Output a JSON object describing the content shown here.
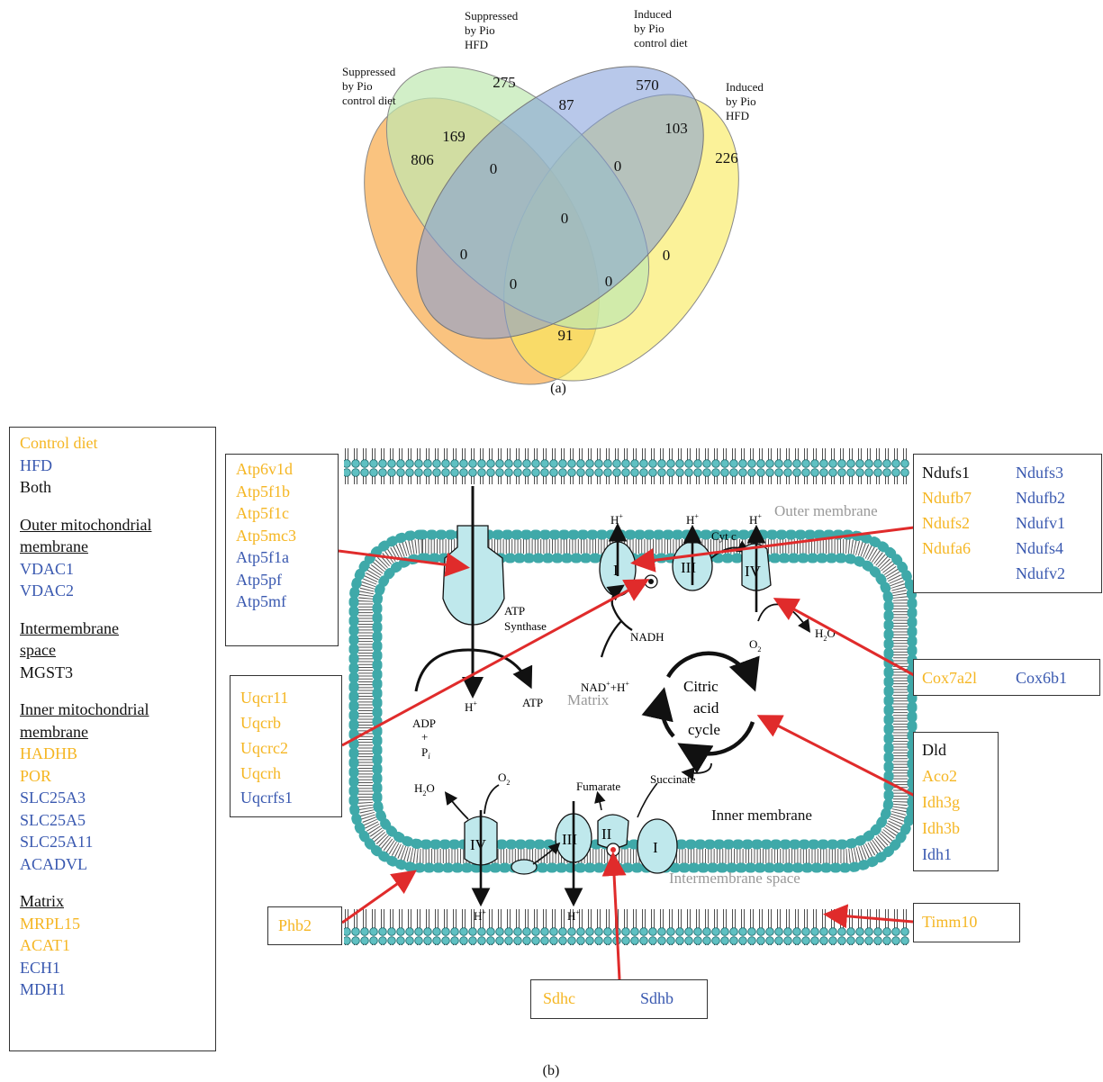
{
  "venn": {
    "labels": {
      "suppressed_control": [
        "Suppressed",
        "by Pio",
        "control diet"
      ],
      "suppressed_hfd": [
        "Suppressed",
        "by Pio",
        "HFD"
      ],
      "induced_control": [
        "Induced",
        "by Pio",
        "control diet"
      ],
      "induced_hfd": [
        "Induced",
        "by Pio",
        "HFD"
      ]
    },
    "counts": {
      "suppressed_control_only": "806",
      "suppressed_hfd_only": "275",
      "induced_control_only": "570",
      "induced_hfd_only": "226",
      "suppressed_control_and_suppressed_hfd": "169",
      "suppressed_hfd_and_induced_control": "87",
      "induced_control_and_induced_hfd": "103",
      "suppressed_control_and_induced_hfd": "91",
      "three_way_a": "0",
      "three_way_b": "0",
      "center": "0",
      "sc_ic": "0",
      "sh_ih": "0",
      "lower_a": "0",
      "lower_b": "0"
    },
    "caption": "(a)"
  },
  "legend": {
    "keys": [
      {
        "text": "Control diet",
        "group": "control"
      },
      {
        "text": "HFD",
        "group": "hfd"
      },
      {
        "text": "Both",
        "group": "both"
      }
    ],
    "sections": [
      {
        "title": [
          "Outer mitochondrial",
          "membrane"
        ],
        "genes": [
          {
            "name": "VDAC1",
            "group": "hfd"
          },
          {
            "name": "VDAC2",
            "group": "hfd"
          }
        ]
      },
      {
        "title": [
          "Intermembrane",
          "space"
        ],
        "genes": [
          {
            "name": "MGST3",
            "group": "both"
          }
        ]
      },
      {
        "title": [
          "Inner mitochondrial",
          "membrane"
        ],
        "genes": [
          {
            "name": "HADHB",
            "group": "control"
          },
          {
            "name": "POR",
            "group": "control"
          },
          {
            "name": "SLC25A3",
            "group": "hfd"
          },
          {
            "name": "SLC25A5",
            "group": "hfd"
          },
          {
            "name": "SLC25A11",
            "group": "hfd"
          },
          {
            "name": "ACADVL",
            "group": "hfd"
          }
        ]
      },
      {
        "title": [
          "Matrix"
        ],
        "genes": [
          {
            "name": "MRPL15",
            "group": "control"
          },
          {
            "name": "ACAT1",
            "group": "control"
          },
          {
            "name": "ECH1",
            "group": "hfd"
          },
          {
            "name": "MDH1",
            "group": "hfd"
          }
        ]
      }
    ]
  },
  "boxes": {
    "atp": [
      {
        "name": "Atp6v1d",
        "group": "control"
      },
      {
        "name": "Atp5f1b",
        "group": "control"
      },
      {
        "name": "Atp5f1c",
        "group": "control"
      },
      {
        "name": "Atp5mc3",
        "group": "control"
      },
      {
        "name": "Atp5f1a",
        "group": "hfd"
      },
      {
        "name": "Atp5pf",
        "group": "hfd"
      },
      {
        "name": "Atp5mf",
        "group": "hfd"
      }
    ],
    "uqcr": [
      {
        "name": "Uqcr11",
        "group": "control"
      },
      {
        "name": "Uqcrb",
        "group": "control"
      },
      {
        "name": "Uqcrc2",
        "group": "control"
      },
      {
        "name": "Uqcrh",
        "group": "control"
      },
      {
        "name": "Uqcrfs1",
        "group": "hfd"
      }
    ],
    "phb": "Phb2",
    "sdhc": "Sdhc",
    "sdhb": "Sdhb",
    "nduf_left": [
      {
        "name": "Ndufs1",
        "group": "both"
      },
      {
        "name": "",
        "group": "both"
      },
      {
        "name": "Ndufb7",
        "group": "control"
      },
      {
        "name": "Ndufs2",
        "group": "control"
      },
      {
        "name": "Ndufa6",
        "group": "control"
      }
    ],
    "nduf_right": [
      "Ndufs3",
      "Ndufb2",
      "Ndufv1",
      "Ndufs4",
      "Ndufv2"
    ],
    "cox_left": "Cox7a2l",
    "cox_right": "Cox6b1",
    "dld": [
      {
        "name": "Dld",
        "group": "both"
      },
      {
        "name": "Aco2",
        "group": "control"
      },
      {
        "name": "Idh3g",
        "group": "control"
      },
      {
        "name": "Idh3b",
        "group": "control"
      },
      {
        "name": "Idh1",
        "group": "hfd"
      }
    ],
    "timm": "Timm10"
  },
  "diagram": {
    "outer_membrane": "Outer membrane",
    "inner_membrane": "Inner membrane",
    "intermembrane_space": "Intermembrane space",
    "matrix": "Matrix",
    "atp_synthase": [
      "ATP",
      "Synthase"
    ],
    "atp": "ATP",
    "adp": [
      "ADP",
      "+",
      "P"
    ],
    "pi_sub": "i",
    "h": "H",
    "plus": "+",
    "nad": "NAD",
    "nadh": "NADH",
    "cyt_c": "Cyt c",
    "o2": "O",
    "h2o": "H",
    "two": "2",
    "water_o": "O",
    "citric": [
      "Citric",
      "acid",
      "cycle"
    ],
    "succinate": "Succinate",
    "fumarate": "Fumarate",
    "complex_i": "I",
    "complex_ii": "II",
    "complex_iii": "III",
    "complex_iv": "IV"
  },
  "colors": {
    "control": "#f5b623",
    "hfd": "#3a59b0",
    "arrow": "#e02b2b",
    "protein": "#bfe8ec",
    "lipid": "#3fa9a9"
  },
  "caption_b": "(b)"
}
